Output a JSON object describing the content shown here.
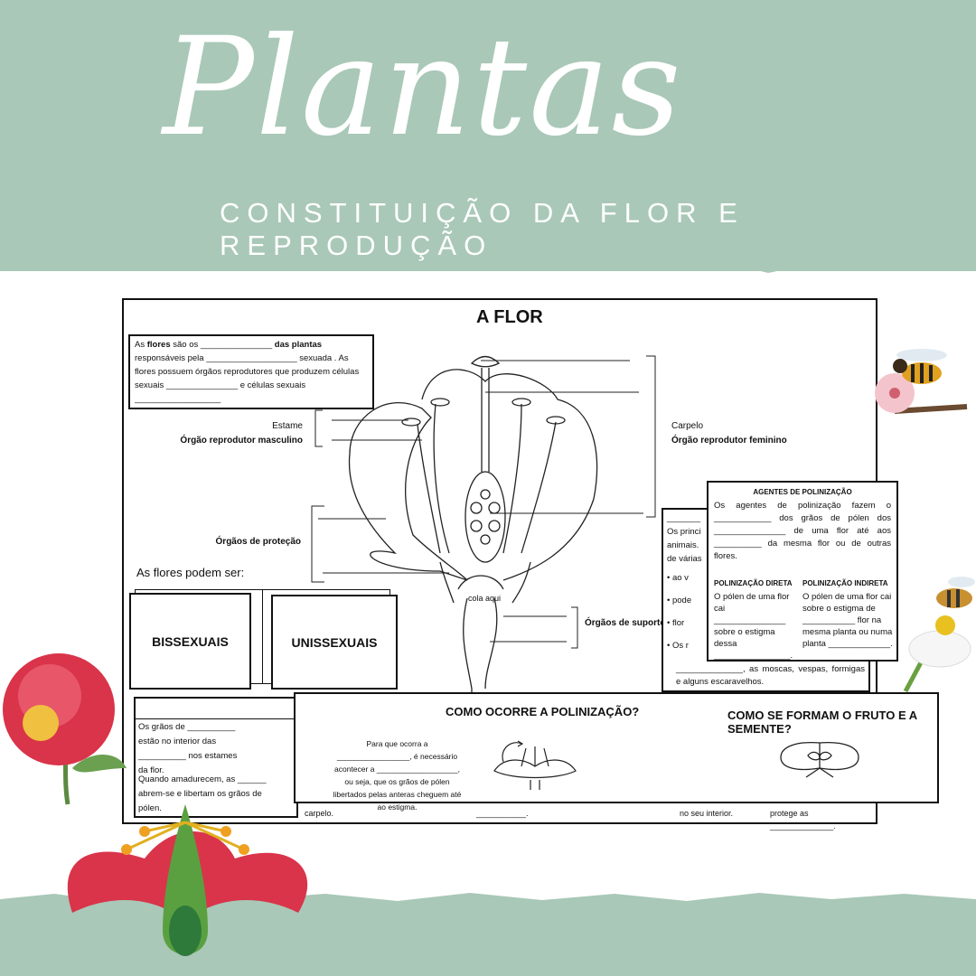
{
  "header": {
    "title": "Plantas",
    "subtitle": "CONSTITUIÇÃO DA FLOR E REPRODUÇÃO"
  },
  "worksheet": {
    "title": "A FLOR",
    "intro": {
      "p1": "As ",
      "b1": "flores",
      "p2": " são os _______________ ",
      "b2": "das plantas",
      "p3": " responsáveis pela ___________________ sexuada . As flores possuem órgãos reprodutores que produzem células sexuais _______________ e células sexuais __________________"
    },
    "estame": "Estame",
    "masc": "Órgão reprodutor masculino",
    "carpelo": "Carpelo",
    "fem": "Órgão reprodutor feminino",
    "protecao": "Órgãos de proteção",
    "suporte": "Órgãos de suporte",
    "cola": "cola aqui",
    "podem_ser": "As flores podem ser:",
    "bissexuais": "BISSEXUAIS",
    "unissexuais": "UNISSEXUAIS"
  },
  "back_card": {
    "l1": "_______",
    "l2": "Os princi",
    "l3": "animais.",
    "l4": "de várias",
    "bullets": [
      "ao v",
      "pode",
      "flor",
      "Os r"
    ],
    "tail": "______________, as moscas, vespas, formigas e alguns escaravelhos."
  },
  "agentes": {
    "title": "AGENTES DE POLINIZAÇÃO",
    "text": "Os agentes de polinização fazem o ____________ dos grãos de pólen dos _______________ de uma flor até aos __________ da mesma flor ou de outras flores.",
    "direta_title": "POLINIZAÇÃO DIRETA",
    "direta": "O pólen de uma flor cai _______________ sobre o estigma dessa ________________.",
    "indireta_title": "POLINIZAÇÃO INDIRETA",
    "indireta": "O pólen de uma flor cai sobre o estigma de ___________ flor na mesma planta ou numa planta _____________."
  },
  "graos": {
    "text1": "Os grãos de __________ estão no interior das __________ nos estames da flor.",
    "text2": "Quando amadurecem, as ______ abrem-se e libertam os grãos de pólen.",
    "carpelo": "carpelo.",
    "blank": "___________.",
    "seu_interior": "no seu interior.",
    "protege": "protege as ______________."
  },
  "polinizacao": {
    "title": "COMO OCORRE A POLINIZAÇÃO?",
    "text": "Para que ocorra a _________________, é necessário acontecer a ___________________, ou seja, que os grãos de pólen libertados pelas anteras cheguem até ao estigma.",
    "fruto_title": "COMO SE FORMAM O FRUTO E A SEMENTE?"
  },
  "colors": {
    "sage": "#a9c8b8",
    "red_flower": "#d9344a",
    "bee": "#e0a020"
  }
}
